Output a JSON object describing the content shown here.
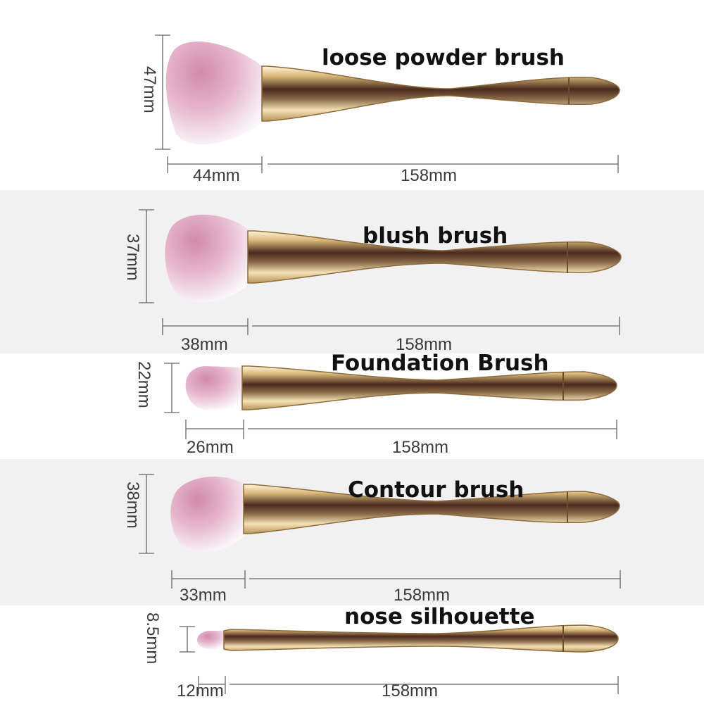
{
  "background_colors": {
    "white": "#ffffff",
    "grey": "#f1f1f1"
  },
  "handle_color": "gold-metallic",
  "bristle_color": "pink-white",
  "brushes": [
    {
      "name": "loose powder brush",
      "head_height": "47mm",
      "head_length": "44mm",
      "handle_length": "158mm"
    },
    {
      "name": "blush brush",
      "head_height": "37mm",
      "head_length": "38mm",
      "handle_length": "158mm"
    },
    {
      "name": "Foundation Brush",
      "head_height": "22mm",
      "head_length": "26mm",
      "handle_length": "158mm"
    },
    {
      "name": "Contour brush",
      "head_height": "38mm",
      "head_length": "33mm",
      "handle_length": "158mm"
    },
    {
      "name": "nose silhouette",
      "head_height": "8.5mm",
      "head_length": "12mm",
      "handle_length": "158mm"
    }
  ]
}
